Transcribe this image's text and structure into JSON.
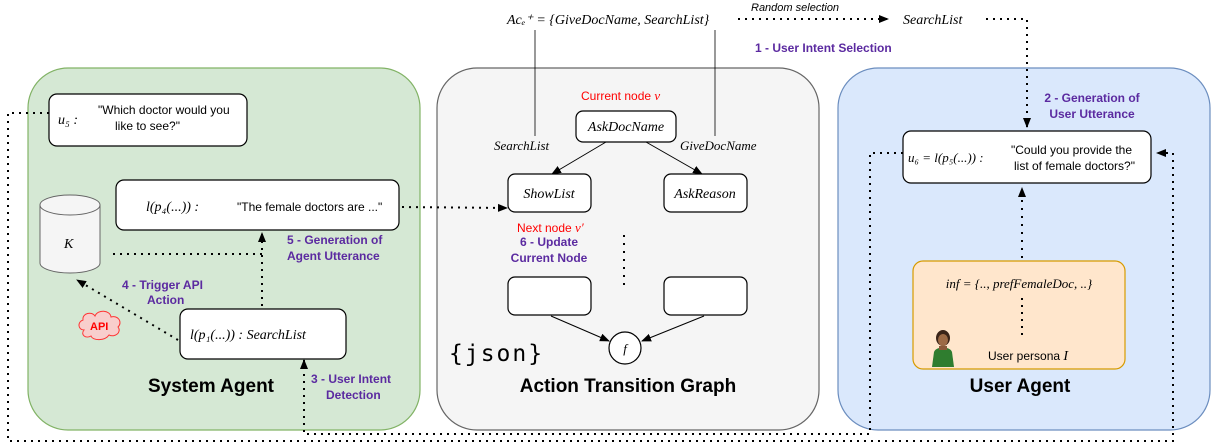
{
  "colors": {
    "system_panel_fill": "#d5e8d4",
    "system_panel_stroke": "#82b366",
    "graph_panel_fill": "#f5f5f5",
    "graph_panel_stroke": "#666666",
    "user_panel_fill": "#dae8fc",
    "user_panel_stroke": "#6c8ebf",
    "persona_fill": "#ffe6cc",
    "persona_stroke": "#d79b00",
    "step_label": "#5b2aa0",
    "node_label_red": "#ff0000",
    "api_cloud_fill": "#f8cecc",
    "api_cloud_stroke": "#ff3333"
  },
  "top": {
    "action_candidates": "Acₑ⁺ = {GiveDocName, SearchList}",
    "random_selection": "Random selection",
    "selected_action": "SearchList",
    "step1": "1 - User Intent Selection"
  },
  "system_agent": {
    "title": "System Agent",
    "u5_label": "u₅ :",
    "u5_text_line1": "\"Which doctor would you",
    "u5_text_line2": "like to see?\"",
    "l4_formula": "l(p₄(...)) :",
    "l4_text": "\"The female doctors are ...\"",
    "kb_label": "K",
    "step5_line1": "5 - Generation of",
    "step5_line2": "Agent Utterance",
    "step4_line1": "4 - Trigger API",
    "step4_line2": "Action",
    "api_label": "API",
    "l1_text": "l(p₁(...)) : SearchList",
    "step3_line1": "3 - User Intent",
    "step3_line2": "Detection"
  },
  "action_graph": {
    "title": "Action Transition Graph",
    "current_node_label": "Current node ",
    "current_node_var": "v",
    "root_node": "AskDocName",
    "edge_left": "SearchList",
    "edge_right": "GiveDocName",
    "node_left": "ShowList",
    "node_right": "AskReason",
    "next_node_label": "Next node ",
    "next_node_var": "v′",
    "step6_line1": "6 - Update",
    "step6_line2": "Current Node",
    "final_node": "f",
    "json_logo": "{json}"
  },
  "user_agent": {
    "title": "User Agent",
    "step2_line1": "2 - Generation of",
    "step2_line2": "User Utterance",
    "u6_formula": "u₆ = l(p₅(...)) :",
    "u6_text_line1": "\"Could you provide the",
    "u6_text_line2": "list of female doctors?\"",
    "inf_text": "inf = {.., prefFemaleDoc, ..}",
    "persona_label": "User persona ",
    "persona_var": "I"
  }
}
